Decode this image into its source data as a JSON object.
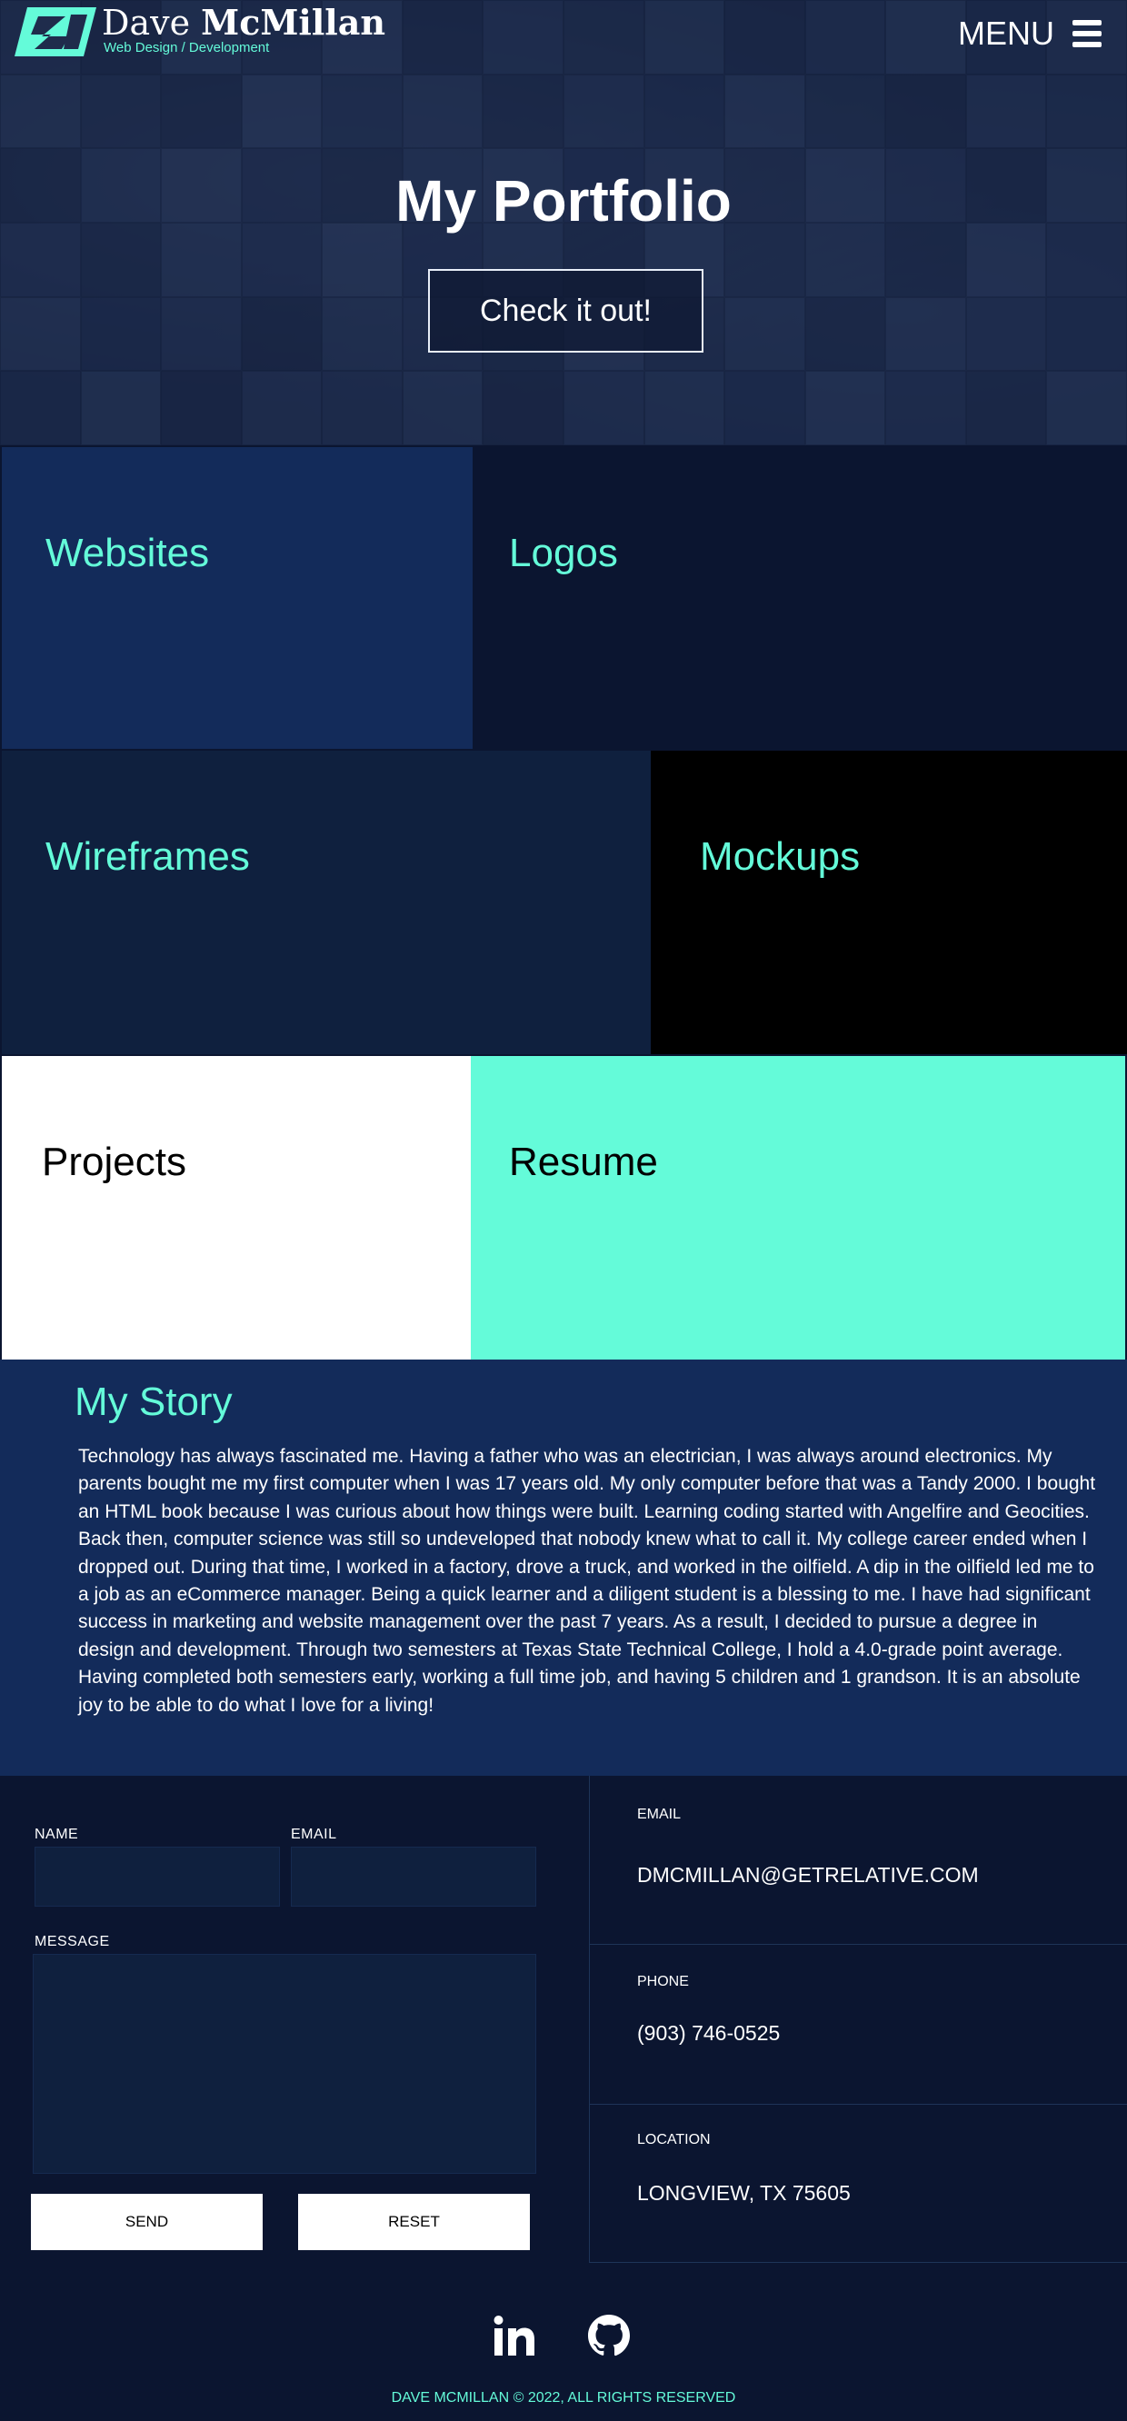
{
  "header": {
    "brand_first": "Dave ",
    "brand_last": "McMillan",
    "brand_sub": "Web Design / Development",
    "menu_label": "MENU"
  },
  "hero": {
    "title": "My Portfolio",
    "cta_label": "Check it out!"
  },
  "tiles": {
    "websites": "Websites",
    "logos": "Logos",
    "wireframes": "Wireframes",
    "mockups": "Mockups",
    "projects": "Projects",
    "resume": "Resume"
  },
  "story": {
    "title": "My Story",
    "body": "Technology has always fascinated me. Having a father who was an electrician, I was always around electronics. My parents bought me my first computer when I was 17 years old. My only computer before that was a Tandy 2000. I bought an HTML book because I was curious about how things were built. Learning coding started with Angelfire and Geocities. Back then, computer science was still so undeveloped that nobody knew what to call it. My college career ended when I dropped out. During that time, I worked in a factory, drove a truck, and worked in the oilfield.  A dip in the oilfield led me to a job as an eCommerce manager. Being a quick learner and a diligent student is a blessing to me. I have had significant success in marketing and website management over the past 7 years. As a result, I decided to pursue a degree in design and development. Through two semesters at Texas State Technical College, I hold a 4.0-grade point average. Having completed both semesters early, working a full time job, and having 5 children and 1 grandson. It is an absolute joy to be able to do what I love for a living!"
  },
  "form": {
    "name_label": "NAME",
    "email_label": "EMAIL",
    "message_label": "MESSAGE",
    "send_label": "SEND",
    "reset_label": "RESET"
  },
  "contact_info": {
    "email_label": "EMAIL",
    "email_value": "DMCMILLAN@GETRELATIVE.COM",
    "phone_label": "PHONE",
    "phone_value": "(903) 746-0525",
    "location_label": "LOCATION",
    "location_value": "LONGVIEW, TX 75605"
  },
  "footer": {
    "copyright": "DAVE MCMILLAN © 2022, ALL RIGHTS RESERVED",
    "icons": [
      "linkedin-icon",
      "github-icon"
    ]
  },
  "colors": {
    "accent": "#64fbd9",
    "navy": "#132b5a",
    "dark_navy": "#0b1530"
  }
}
